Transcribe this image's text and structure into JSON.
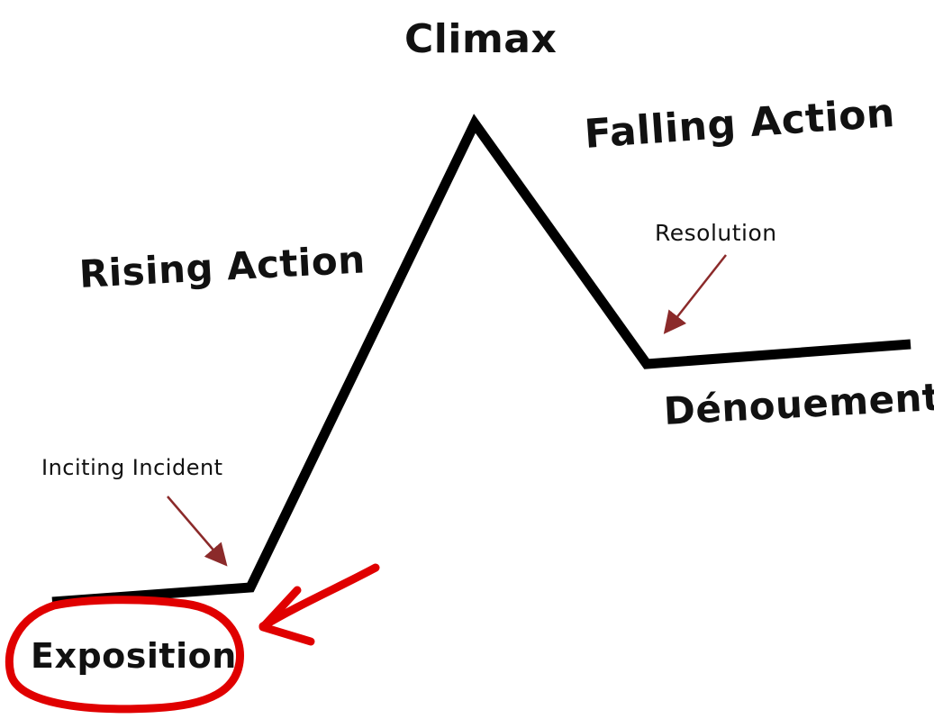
{
  "labels": {
    "climax": "Climax",
    "falling_action": "Falling Action",
    "rising_action": "Rising Action",
    "resolution": "Resolution",
    "denouement": "Dénouement",
    "inciting_incident": "Inciting Incident",
    "exposition": "Exposition"
  },
  "colors": {
    "plot_line": "#000000",
    "text": "#111111",
    "annotation_arrow": "#8b2a2a",
    "highlight": "#e00000"
  }
}
